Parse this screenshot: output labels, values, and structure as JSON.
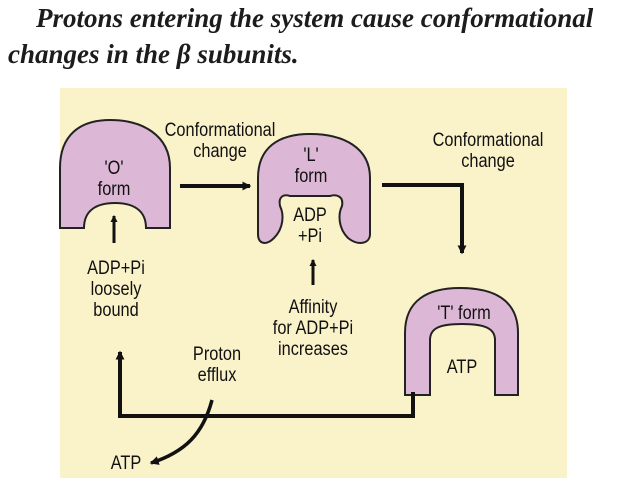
{
  "heading": {
    "line1": "Protons entering the system cause conformational",
    "line2": "changes in the β subunits."
  },
  "diagram": {
    "o_form_line1": "'O'",
    "o_form_line2": "form",
    "conformational_change_1_line1": "Conformational",
    "conformational_change_1_line2": "change",
    "l_form_line1": "'L'",
    "l_form_line2": "form",
    "l_bound_line1": "ADP",
    "l_bound_line2": "+Pi",
    "conformational_change_2_line1": "Conformational",
    "conformational_change_2_line2": "change",
    "adp_pi_loosely_line1": "ADP+Pi",
    "adp_pi_loosely_line2": "loosely",
    "adp_pi_loosely_line3": "bound",
    "affinity_line1": "Affinity",
    "affinity_line2": "for ADP+Pi",
    "affinity_line3": "increases",
    "t_form": "'T' form",
    "t_bound": "ATP",
    "proton_efflux_line1": "Proton",
    "proton_efflux_line2": "efflux",
    "atp_released": "ATP",
    "subunit_color": "#dcb8d6",
    "panel_color": "#faf2c9"
  }
}
